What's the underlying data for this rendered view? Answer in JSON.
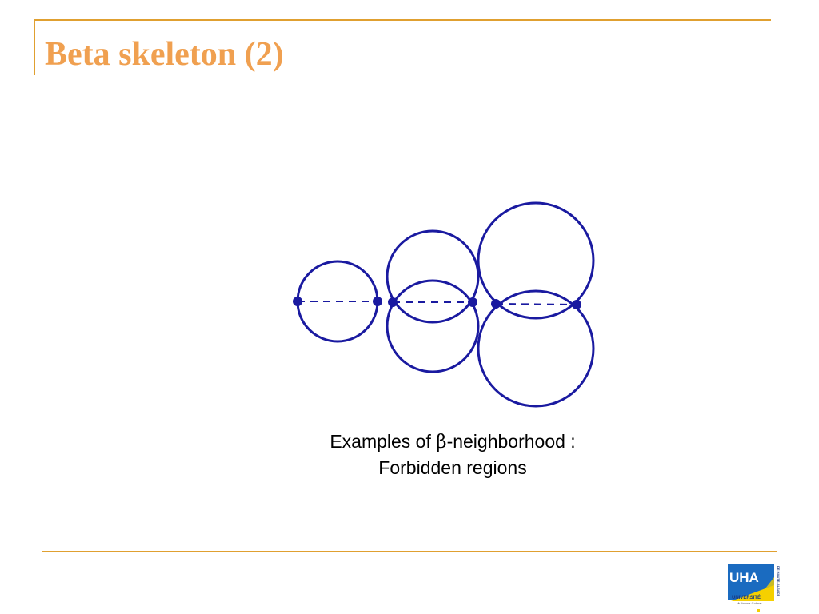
{
  "slide": {
    "title": "Beta skeleton (2)",
    "caption_prefix": "Examples of ",
    "caption_symbol": "β",
    "caption_suffix": "-neighborhood :",
    "caption_line2": "Forbidden regions"
  },
  "logo": {
    "text": "UHA",
    "subtitle": "UNIVERSITÉ",
    "side_text": "DE HAUTE-ALSACE",
    "small_text": "Mulhouse-Colmar"
  },
  "colors": {
    "accent_line": "#E0A030",
    "title": "#F0A050",
    "figure_stroke": "#1A1AA0",
    "logo_blue": "#1A6BC0",
    "logo_yellow": "#F5D000"
  }
}
